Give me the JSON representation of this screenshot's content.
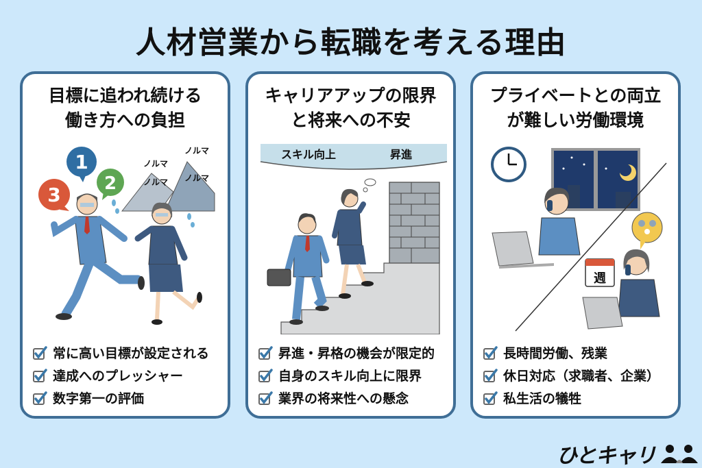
{
  "page": {
    "title": "人材営業から転職を考える理由",
    "background_color": "#cde8fb",
    "card_border_color": "#3f6e96",
    "check_color": "#3a78a8"
  },
  "cards": [
    {
      "title_line1": "目標に追われ続ける",
      "title_line2": "働き方への負担",
      "illustration": {
        "icon": "running-stressed-workers-illustration",
        "bubbles": [
          {
            "label": "1",
            "color": "#2f6ea3"
          },
          {
            "label": "2",
            "color": "#5ea653"
          },
          {
            "label": "3",
            "color": "#d9583a"
          }
        ],
        "mountain_labels": [
          "ノルマ",
          "ノルマ",
          "ノルマ",
          "ノルマ"
        ]
      },
      "items": [
        "常に高い目標が設定される",
        "達成へのプレッシャー",
        "数字第一の評価"
      ]
    },
    {
      "title_line1": "キャリアアップの限界",
      "title_line2": "と将来への不安",
      "illustration": {
        "icon": "stairs-to-wall-illustration",
        "banner_left": "スキル向上",
        "banner_right": "昇進"
      },
      "items": [
        "昇進・昇格の機会が限定的",
        "自身のスキル向上に限界",
        "業界の将来性への懸念"
      ]
    },
    {
      "title_line1": "プライベートとの両立",
      "title_line2": "が難しい労働環境",
      "illustration": {
        "icon": "overtime-and-weekend-work-illustration",
        "calendar_label": "週"
      },
      "items": [
        "長時間労働、残業",
        "休日対応（求職者、企業）",
        "私生活の犠牲"
      ]
    }
  ],
  "logo": {
    "text": "ひとキャリ",
    "icon": "people-icon"
  }
}
